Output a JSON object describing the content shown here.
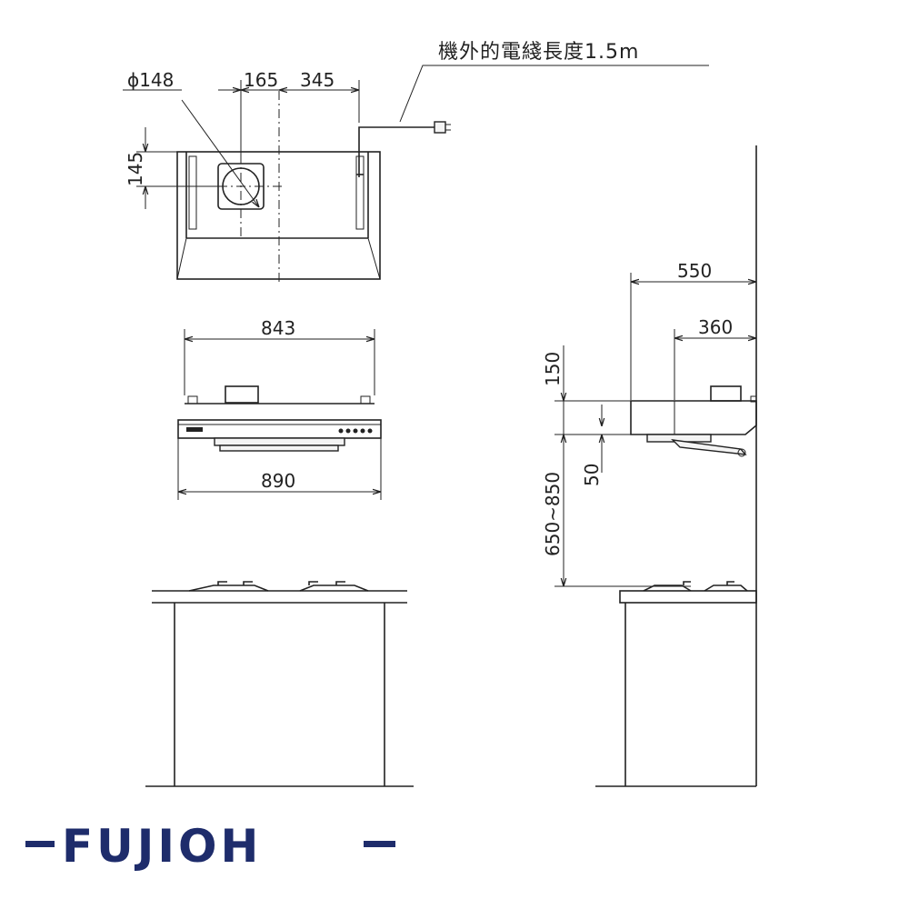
{
  "cable_note": "機外的電綫長度1.5m",
  "top_view": {
    "duct_diameter": "ϕ148",
    "offset_x_165": "165",
    "offset_x_345": "345",
    "offset_y_145": "145"
  },
  "front_view": {
    "width_843": "843",
    "width_890": "890"
  },
  "side_view": {
    "depth_550": "550",
    "depth_360": "360",
    "height_150": "150",
    "height_50": "50",
    "install_height": "650~850"
  },
  "brand": {
    "logo_text": "FUJIOH",
    "color": "#1e2c6b"
  }
}
